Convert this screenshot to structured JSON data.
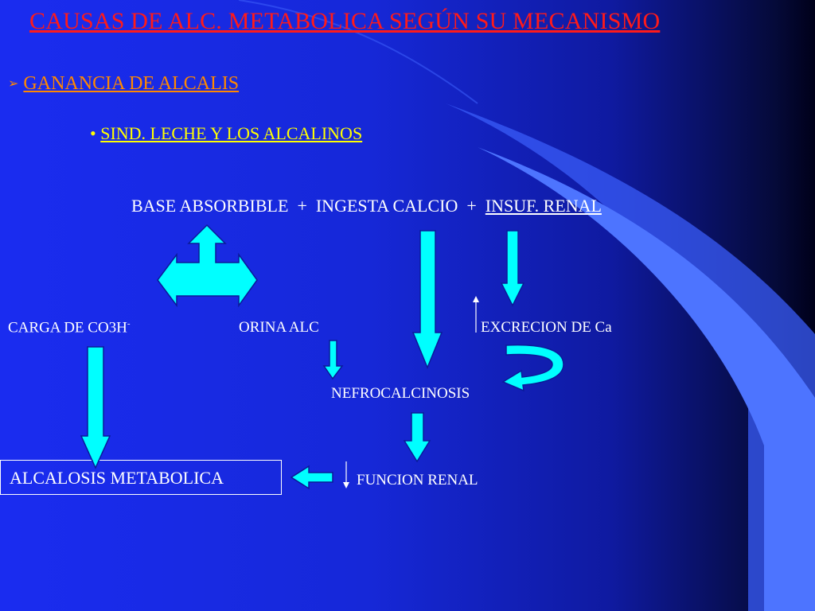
{
  "slide": {
    "title": "CAUSAS DE ALC. METABOLICA SEGÚN SU MECANISMO",
    "heading": {
      "bullet_icon": "arrow-bullet-icon",
      "label": "GANANCIA DE ALCALIS"
    },
    "subheading": {
      "bullet": "•",
      "label": "SIND. LECHE Y LOS ALCALINOS"
    }
  },
  "diagram": {
    "equation": {
      "term1": "BASE ABSORBIBLE",
      "plus1": "+",
      "term2": "INGESTA CALCIO",
      "plus2": "+",
      "term3": "INSUF. RENAL"
    },
    "carga": {
      "label": "CARGA DE CO3H",
      "superscript": "-"
    },
    "orina": "ORINA ALC",
    "excrecion": "EXCRECION DE Ca",
    "nefrocalcinosis": "NEFROCALCINOSIS",
    "funcion_renal": "FUNCION RENAL",
    "alcalosis": "ALCALOSIS METABOLICA"
  },
  "colors": {
    "background": "#1a2cf0",
    "title": "#ff1a1a",
    "heading": "#ff8800",
    "subheading": "#ffff00",
    "arrows": "#00ffff",
    "text": "#ffffff"
  }
}
